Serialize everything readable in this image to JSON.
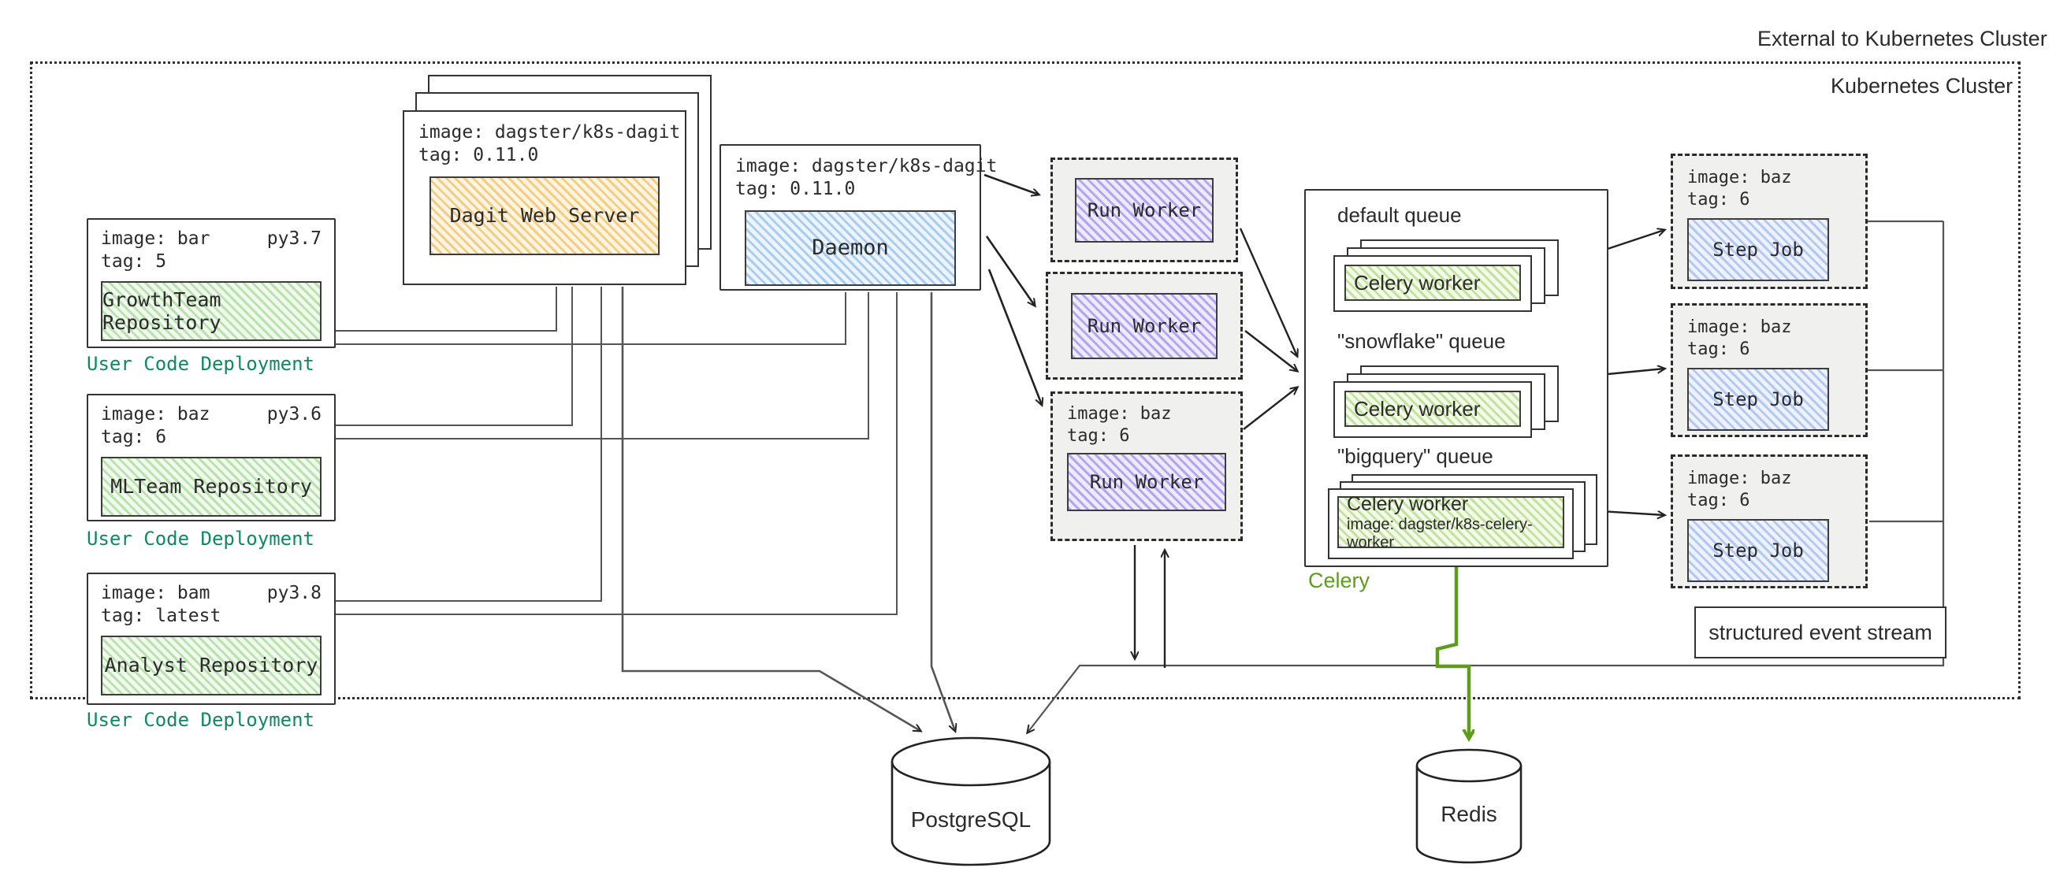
{
  "labels": {
    "external": "External to Kubernetes Cluster",
    "cluster": "Kubernetes Cluster",
    "event_stream": "structured event stream",
    "postgres": "PostgreSQL",
    "redis": "Redis"
  },
  "user_code_deployments": [
    {
      "image": "image: bar",
      "py": "py3.7",
      "tag": "tag: 5",
      "repo": "GrowthTeam Repository",
      "caption": "User Code Deployment"
    },
    {
      "image": "image: baz",
      "py": "py3.6",
      "tag": "tag: 6",
      "repo": "MLTeam Repository",
      "caption": "User Code Deployment"
    },
    {
      "image": "image: bam",
      "py": "py3.8",
      "tag": "tag: latest",
      "repo": "Analyst Repository",
      "caption": "User Code Deployment"
    }
  ],
  "dagit": {
    "image": "image: dagster/k8s-dagit",
    "tag": "tag: 0.11.0",
    "label": "Dagit Web Server"
  },
  "daemon": {
    "image": "image: dagster/k8s-dagit",
    "tag": "tag: 0.11.0",
    "label": "Daemon"
  },
  "run_workers": [
    {
      "label": "Run Worker"
    },
    {
      "label": "Run Worker"
    },
    {
      "image": "image: baz",
      "tag": "tag: 6",
      "label": "Run Worker"
    }
  ],
  "celery": {
    "caption": "Celery",
    "queues": [
      {
        "name": "default queue",
        "worker": "Celery worker"
      },
      {
        "name": "\"snowflake\" queue",
        "worker": "Celery worker"
      },
      {
        "name": "\"bigquery\" queue",
        "worker": "Celery worker",
        "worker_image": "image: dagster/k8s-celery-worker"
      }
    ]
  },
  "step_jobs": [
    {
      "image": "image: baz",
      "tag": "tag: 6",
      "label": "Step Job"
    },
    {
      "image": "image: baz",
      "tag": "tag: 6",
      "label": "Step Job"
    },
    {
      "image": "image: baz",
      "tag": "tag: 6",
      "label": "Step Job"
    }
  ],
  "colors": {
    "teal": "#0e8a60",
    "celery-green": "#5d9c1d",
    "green-stripe": "#b9e2ac",
    "orange-stripe": "#f4cc82",
    "blue-stripe": "#a9cdf0",
    "purple-stripe": "#b4a4f2"
  }
}
